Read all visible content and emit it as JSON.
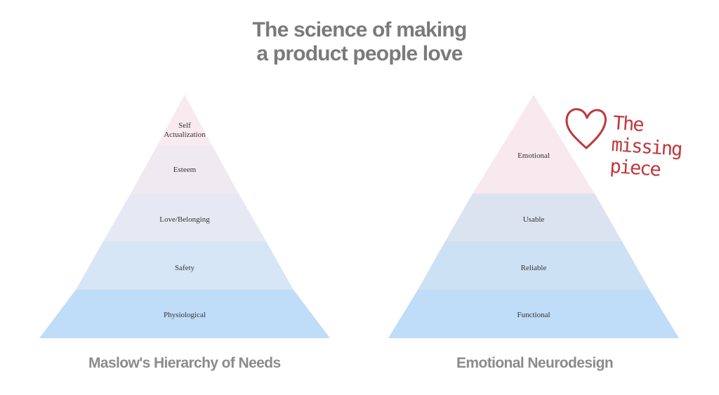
{
  "title": {
    "line1": "The science of making",
    "line2": "a product people love"
  },
  "left": {
    "caption": "Maslow's Hierarchy of  Needs",
    "levels": {
      "self_line1": "Self",
      "self_line2": "Actualization",
      "esteem": "Esteem",
      "love": "Love/Belonging",
      "safety": "Safety",
      "physiological": "Physiological"
    }
  },
  "right": {
    "caption": "Emotional Neurodesign",
    "levels": {
      "emotional": "Emotional",
      "usable": "Usable",
      "reliable": "Reliable",
      "functional": "Functional"
    }
  },
  "annotation": {
    "line1": "The",
    "line2": "missing",
    "line3": "piece",
    "icon": "heart-outline-icon",
    "color": "#c0383d"
  },
  "colors": {
    "title": "#7a7a7a",
    "caption": "#8b8b8b",
    "tier_pink": "#f8e9ee",
    "tier_lavender": "#ebe9f3",
    "tier_blue_light": "#e1e9f5",
    "tier_blue_mid": "#d3e5f8",
    "tier_blue": "#bfdcf8"
  }
}
